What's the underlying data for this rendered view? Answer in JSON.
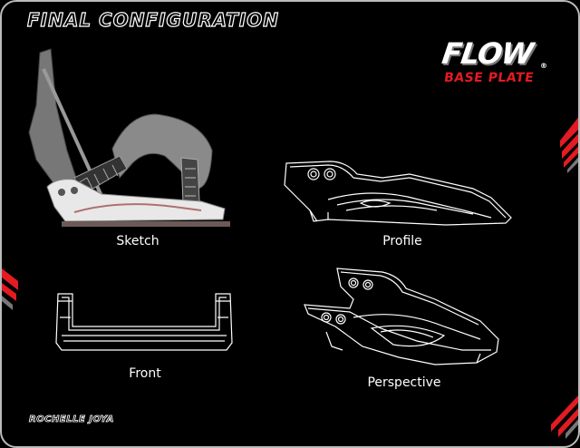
{
  "header": {
    "title": "FINAL CONFIGURATION"
  },
  "logo": {
    "word": "FLOW",
    "mark": "®",
    "subtitle": "BASE PLATE"
  },
  "views": [
    {
      "id": "sketch",
      "label": "Sketch"
    },
    {
      "id": "profile",
      "label": "Profile"
    },
    {
      "id": "front",
      "label": "Front"
    },
    {
      "id": "perspective",
      "label": "Perspective"
    }
  ],
  "footer": {
    "author": "ROCHELLE JOYA"
  },
  "colors": {
    "background": "#000000",
    "line": "#ffffff",
    "accent": "#e31b23"
  }
}
